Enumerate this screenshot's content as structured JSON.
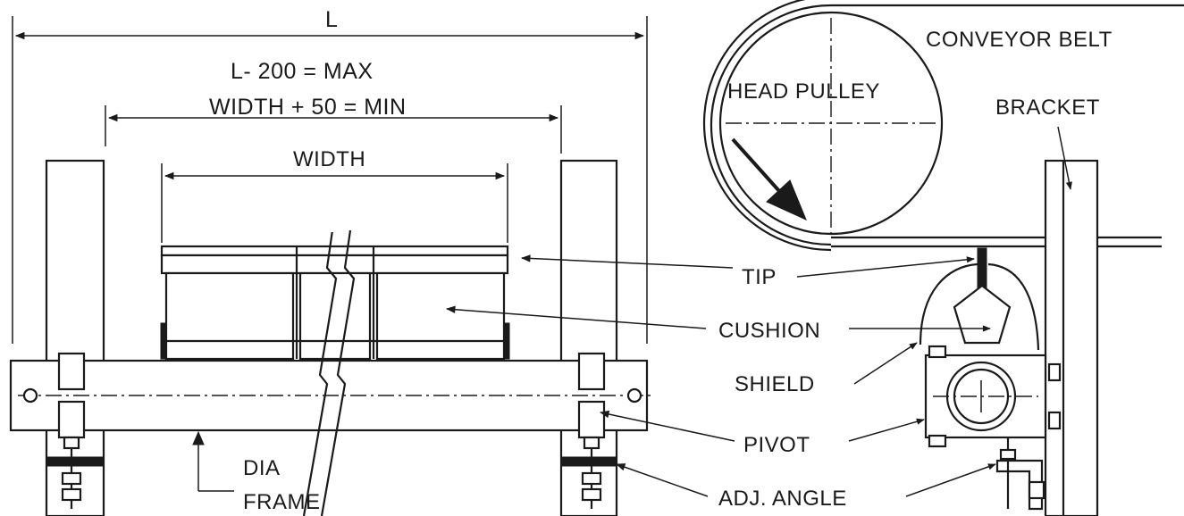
{
  "labels": {
    "overall_length": "L",
    "max_formula": "L- 200 = MAX",
    "min_formula": "WIDTH + 50 = MIN",
    "width": "WIDTH",
    "head_pulley": "HEAD PULLEY",
    "conveyor_belt": "CONVEYOR BELT",
    "bracket": "BRACKET",
    "tip": "TIP",
    "cushion": "CUSHION",
    "shield": "SHIELD",
    "pivot": "PIVOT",
    "adj_angle": "ADJ. ANGLE",
    "dia": "DIA",
    "frame": "FRAME"
  },
  "colors": {
    "ink": "#1a1a1a",
    "paper": "#ffffff"
  }
}
